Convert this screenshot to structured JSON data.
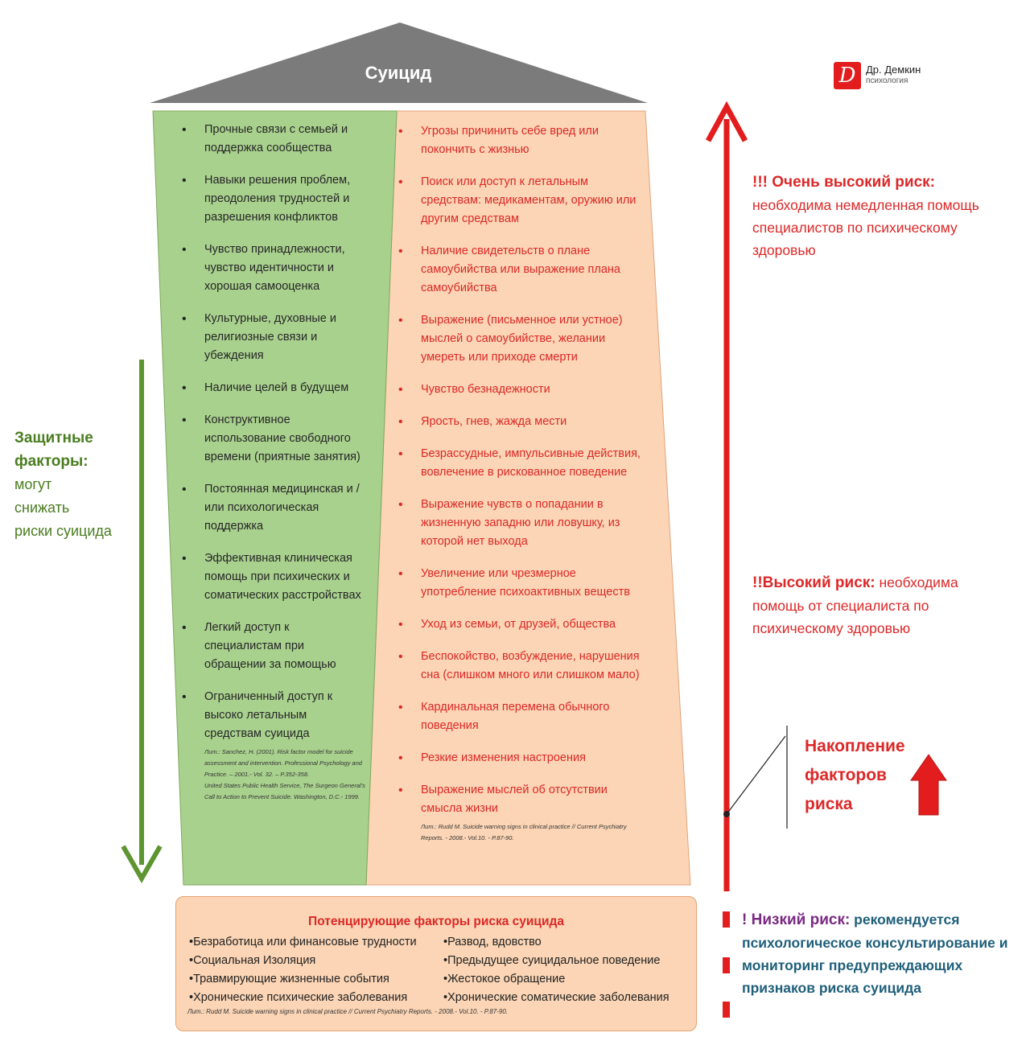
{
  "roof": {
    "title": "Суицид"
  },
  "logo": {
    "letter": "D",
    "name": "Др. Демкин",
    "sub": "психология"
  },
  "protective": {
    "heading": "Защитные",
    "heading2": "факторы:",
    "sub": [
      "могут",
      "снижать",
      "риски суицида"
    ],
    "items": [
      "Прочные связи с семьей и поддержка сообщества",
      "Навыки решения проблем, преодоления трудностей и разрешения конфликтов",
      "Чувство принадлежности, чувство идентичности и хорошая самооценка",
      "Культурные, духовные и религиозные связи и убеждения",
      "Наличие целей в будущем",
      "Конструктивное использование свободного времени (приятные занятия)",
      "Постоянная медицинская и /или психологическая поддержка",
      "Эффективная клиническая помощь при психических и соматических расстройствах",
      "Легкий доступ к специалистам при обращении за помощью",
      "Ограниченный доступ к высоко летальным средствам суицида"
    ],
    "references": [
      "Лит.: Sanchez, H. (2001). Risk factor model for suicide assessment and intervention. Professional Psychology and Practice. – 2001.- Vol. 32. – P.352-358.",
      "United States Public Health Service, The Surgeon General's Call to Action to Prevent Suicide. Washington, D.C.- 1999."
    ]
  },
  "warning": {
    "items": [
      "Угрозы причинить себе вред или покончить с жизнью",
      "Поиск или доступ к летальным средствам: медикаментам, оружию или другим средствам",
      "Наличие свидетельств о плане самоубийства или выражение плана самоубийства",
      "Выражение (письменное или устное) мыслей о самоубийстве, желании умереть или приходе смерти",
      "Чувство безнадежности",
      "Ярость, гнев, жажда мести",
      "Безрассудные, импульсивные действия, вовлечение в рискованное поведение",
      "Выражение чувств о попадании в жизненную западню или ловушку, из которой нет выхода",
      "Увеличение или чрезмерное употребление психоактивных веществ",
      "Уход из семьи, от друзей, общества",
      "Беспокойство, возбуждение, нарушения сна (слишком много или слишком мало)",
      "Кардинальная перемена обычного поведения",
      "Резкие изменения настроения",
      "Выражение мыслей об отсутствии смысла жизни"
    ],
    "reference": "Лит.: Rudd M. Suicide warning signs in clinical practice // Current Psychiatry Reports. - 2008.- Vol.10. - P.87-90."
  },
  "risk_levels": {
    "very_high": {
      "head": "!!! Очень высокий риск:",
      "text": "необходима немедленная помощь специалистов по психическому здоровью"
    },
    "high": {
      "head": "!!Высокий риск:",
      "text": "необходима помощь от специалиста по психическому здоровью"
    },
    "low": {
      "head": "! Низкий риск:",
      "text": "рекомендуется психологическое консультирование и мониторинг предупреждающих признаков риска суицида"
    }
  },
  "accumulation": {
    "lines": [
      "Накопление",
      "факторов",
      "риска"
    ]
  },
  "aggravating": {
    "title": "Потенцирующие факторы риска суицида",
    "left": [
      "•Безработица или финансовые трудности",
      "•Социальная Изоляция",
      "•Травмирующие жизненные события",
      "•Хронические психические заболевания"
    ],
    "right": [
      "•Развод, вдовство",
      "•Предыдущее суицидальное поведение",
      "•Жестокое обращение",
      "•Хронические соматические заболевания"
    ],
    "reference": "Лит.: Rudd M. Suicide warning signs in clinical practice // Current Psychiatry Reports. - 2008.- Vol.10. - P.87-90."
  },
  "colors": {
    "roof": "#7b7b7b",
    "green_fill": "#a9d18e",
    "orange_fill": "#fbd5b5",
    "red": "#e31d1d",
    "green_arrow": "#5d9530",
    "teal": "#1f5f7a",
    "purple": "#7a2a82"
  }
}
